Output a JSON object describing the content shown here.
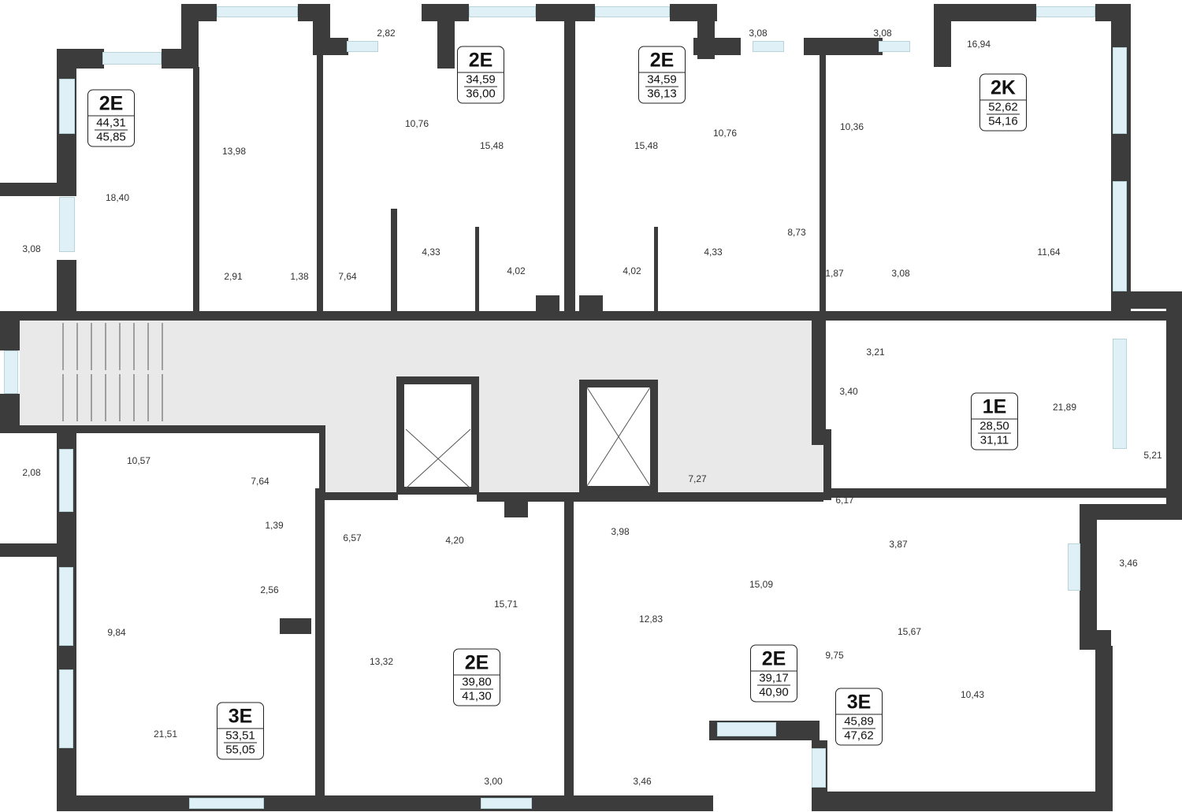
{
  "plan": {
    "colors": {
      "wall": "#3c3c3c",
      "corridor": "#e9e9e9",
      "window": "#dff1f6",
      "text": "#333333"
    },
    "apartments": [
      {
        "type": "2E",
        "living": "44,31",
        "total": "45,85"
      },
      {
        "type": "2E",
        "living": "34,59",
        "total": "36,00"
      },
      {
        "type": "2E",
        "living": "34,59",
        "total": "36,13"
      },
      {
        "type": "2K",
        "living": "52,62",
        "total": "54,16"
      },
      {
        "type": "1E",
        "living": "28,50",
        "total": "31,11"
      },
      {
        "type": "3E",
        "living": "53,51",
        "total": "55,05"
      },
      {
        "type": "2E",
        "living": "39,80",
        "total": "41,30"
      },
      {
        "type": "2E",
        "living": "39,17",
        "total": "40,90"
      },
      {
        "type": "3E",
        "living": "45,89",
        "total": "47,62"
      }
    ],
    "rooms": [
      "2,82",
      "3,08",
      "3,08",
      "16,94",
      "13,98",
      "10,76",
      "15,48",
      "15,48",
      "10,76",
      "10,36",
      "18,40",
      "3,08",
      "2,91",
      "1,38",
      "7,64",
      "4,33",
      "4,02",
      "4,02",
      "4,33",
      "8,73",
      "1,87",
      "3,08",
      "11,64",
      "3,21",
      "3,40",
      "21,89",
      "5,21",
      "10,57",
      "2,08",
      "7,64",
      "7,27",
      "6,17",
      "1,39",
      "6,57",
      "4,20",
      "3,98",
      "3,87",
      "3,46",
      "2,56",
      "15,09",
      "15,71",
      "9,84",
      "12,83",
      "15,67",
      "9,75",
      "13,32",
      "10,43",
      "21,51",
      "3,00",
      "3,46"
    ]
  }
}
